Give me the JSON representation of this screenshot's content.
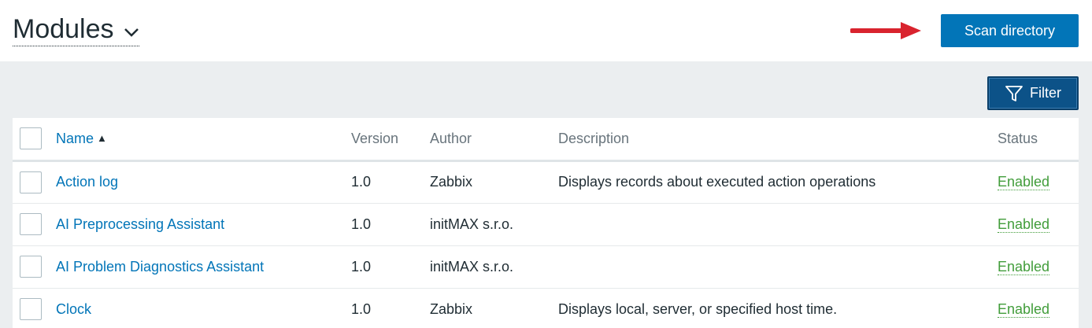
{
  "header": {
    "title": "Modules",
    "scan_label": "Scan directory"
  },
  "filter": {
    "label": "Filter"
  },
  "table": {
    "columns": {
      "name": "Name",
      "version": "Version",
      "author": "Author",
      "description": "Description",
      "status": "Status"
    },
    "rows": [
      {
        "name": "Action log",
        "version": "1.0",
        "author": "Zabbix",
        "description": "Displays records about executed action operations",
        "status": "Enabled"
      },
      {
        "name": "AI Preprocessing Assistant",
        "version": "1.0",
        "author": "initMAX s.r.o.",
        "description": "",
        "status": "Enabled"
      },
      {
        "name": "AI Problem Diagnostics Assistant",
        "version": "1.0",
        "author": "initMAX s.r.o.",
        "description": "",
        "status": "Enabled"
      },
      {
        "name": "Clock",
        "version": "1.0",
        "author": "Zabbix",
        "description": "Displays local, server, or specified host time.",
        "status": "Enabled"
      }
    ]
  },
  "colors": {
    "accent": "#0275b8",
    "status_enabled": "#429d3b",
    "annotation_arrow": "#d9232e"
  },
  "icons": {
    "title_dropdown": "chevron-down-icon",
    "filter": "funnel-icon",
    "annotation": "red-arrow-right-icon",
    "sort": "sort-ascending-icon"
  }
}
